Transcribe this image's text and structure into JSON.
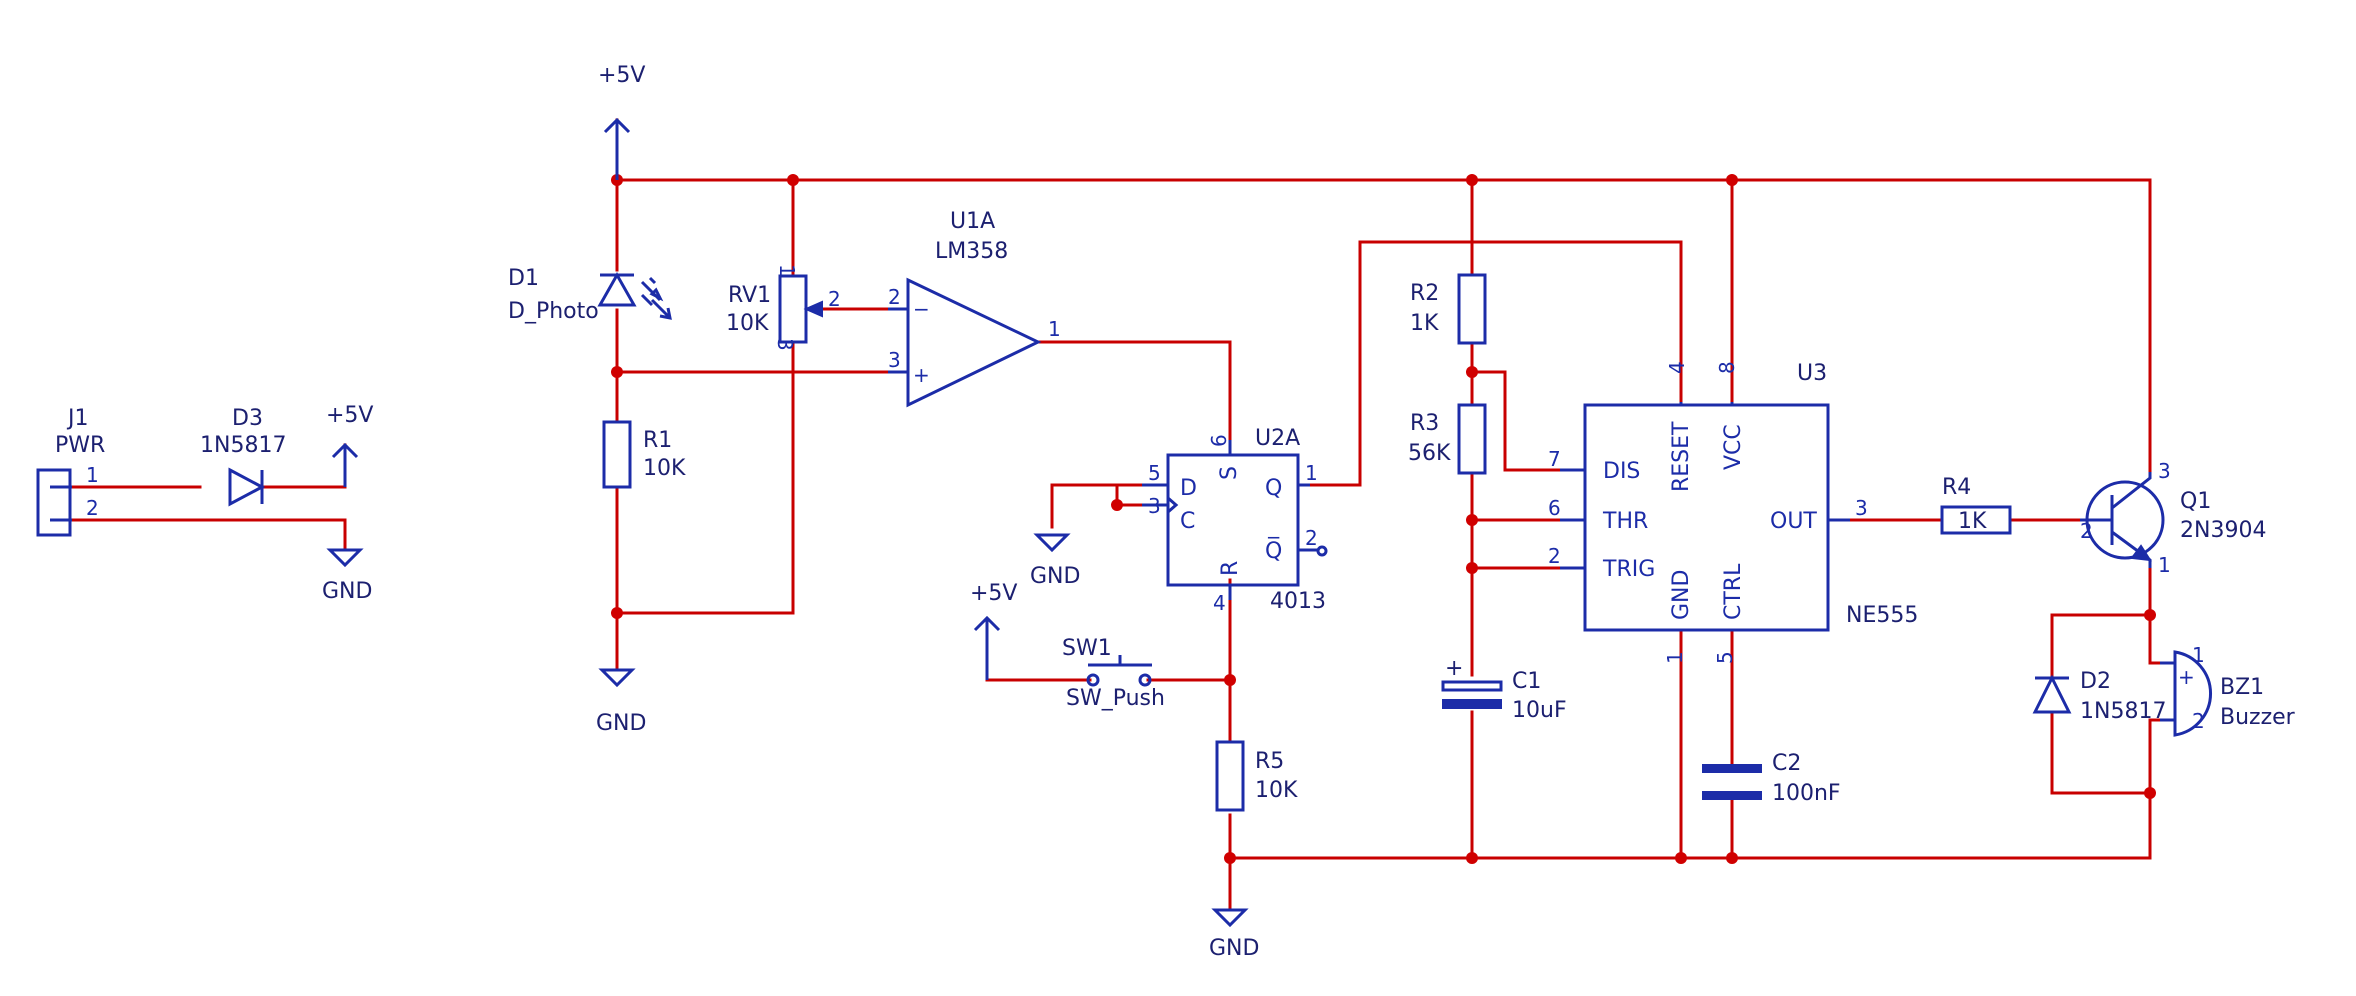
{
  "colors": {
    "wire": "#c80000",
    "component": "#1c2ca8",
    "label": "#1c2070",
    "junction": "#d00000"
  },
  "power": {
    "vcc": "+5V",
    "gnd": "GND"
  },
  "components": {
    "j1": {
      "ref": "J1",
      "value": "PWR",
      "pins": [
        "1",
        "2"
      ]
    },
    "d3": {
      "ref": "D3",
      "value": "1N5817"
    },
    "d1": {
      "ref": "D1",
      "value": "D_Photo"
    },
    "r1": {
      "ref": "R1",
      "value": "10K"
    },
    "rv1": {
      "ref": "RV1",
      "value": "10K",
      "pins": [
        "1",
        "2",
        "3"
      ]
    },
    "u1a": {
      "ref": "U1A",
      "value": "LM358",
      "pins": [
        "2",
        "3",
        "1"
      ],
      "minus": "−",
      "plus": "+"
    },
    "u2a": {
      "ref": "U2A",
      "value": "4013",
      "pins": {
        "d": "5",
        "c": "3",
        "s": "6",
        "q": "1",
        "qb": "2",
        "r": "4"
      },
      "labels": {
        "d": "D",
        "c": "C",
        "s": "S",
        "q": "Q",
        "qb": "Q̅",
        "r": "R"
      }
    },
    "sw1": {
      "ref": "SW1",
      "value": "SW_Push"
    },
    "r5": {
      "ref": "R5",
      "value": "10K"
    },
    "r2": {
      "ref": "R2",
      "value": "1K"
    },
    "r3": {
      "ref": "R3",
      "value": "56K"
    },
    "c1": {
      "ref": "C1",
      "value": "10uF",
      "plus": "+"
    },
    "c2": {
      "ref": "C2",
      "value": "100nF"
    },
    "u3": {
      "ref": "U3",
      "value": "NE555",
      "pins": {
        "reset": "4",
        "vcc": "8",
        "dis": "7",
        "thr": "6",
        "trig": "2",
        "out": "3",
        "gnd": "1",
        "ctrl": "5"
      },
      "labels": {
        "reset": "RESET",
        "vcc": "VCC",
        "dis": "DIS",
        "thr": "THR",
        "trig": "TRIG",
        "out": "OUT",
        "gnd": "GND",
        "ctrl": "CTRL"
      }
    },
    "r4": {
      "ref": "R4",
      "value": "1K"
    },
    "q1": {
      "ref": "Q1",
      "value": "2N3904",
      "pins": [
        "3",
        "2",
        "1"
      ]
    },
    "d2": {
      "ref": "D2",
      "value": "1N5817"
    },
    "bz1": {
      "ref": "BZ1",
      "value": "Buzzer",
      "pins": [
        "1",
        "2"
      ],
      "plus": "+"
    }
  }
}
